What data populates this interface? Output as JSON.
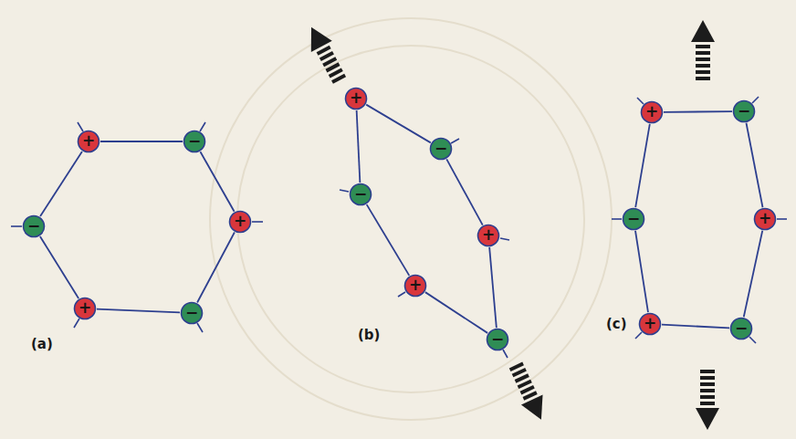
{
  "diagram": {
    "nodes": [
      {
        "text": [
          "+"
        ]
      },
      {
        "text": [
          "−"
        ]
      },
      {
        "text": [
          "−"
        ]
      },
      {
        "text": [
          "+"
        ]
      },
      {
        "text": [
          "+"
        ]
      },
      {
        "text": [
          "−"
        ]
      },
      {
        "text": [
          "+"
        ]
      },
      {
        "text": [
          "−"
        ]
      },
      {
        "text": [
          "−"
        ]
      },
      {
        "text": [
          "+"
        ]
      },
      {
        "text": [
          "+"
        ]
      },
      {
        "text": [
          "−"
        ]
      },
      {
        "text": [
          "+"
        ]
      },
      {
        "text": [
          "−"
        ]
      },
      {
        "text": [
          "−"
        ]
      },
      {
        "text": [
          "+"
        ]
      },
      {
        "text": [
          "+"
        ]
      },
      {
        "text": [
          "−"
        ]
      }
    ],
    "edges": [
      {
        "from": 0,
        "to": 1,
        "arrow": "none"
      },
      {
        "from": 1,
        "to": 3,
        "arrow": "none"
      },
      {
        "from": 3,
        "to": 5,
        "arrow": "none"
      },
      {
        "from": 5,
        "to": 4,
        "arrow": "none"
      },
      {
        "from": 4,
        "to": 2,
        "arrow": "none"
      },
      {
        "from": 2,
        "to": 0,
        "arrow": "none"
      },
      {
        "from": 6,
        "to": 7,
        "arrow": "none"
      },
      {
        "from": 7,
        "to": 9,
        "arrow": "none"
      },
      {
        "from": 9,
        "to": 11,
        "arrow": "none"
      },
      {
        "from": 11,
        "to": 10,
        "arrow": "none"
      },
      {
        "from": 10,
        "to": 8,
        "arrow": "none"
      },
      {
        "from": 8,
        "to": 6,
        "arrow": "none"
      },
      {
        "from": 12,
        "to": 13,
        "arrow": "none"
      },
      {
        "from": 13,
        "to": 15,
        "arrow": "none"
      },
      {
        "from": 15,
        "to": 17,
        "arrow": "none"
      },
      {
        "from": 17,
        "to": 16,
        "arrow": "none"
      },
      {
        "from": 16,
        "to": 14,
        "arrow": "none"
      },
      {
        "from": 14,
        "to": 12,
        "arrow": "none"
      }
    ],
    "labels": [
      "(a)",
      "(b)",
      "(c)"
    ]
  }
}
